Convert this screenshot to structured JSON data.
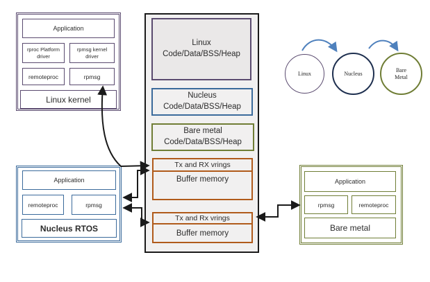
{
  "colors": {
    "purple_border": "#5a4a6f",
    "blue_border": "#3a6a9b",
    "navy_border": "#1e2f4f",
    "olive_border": "#6f7d35",
    "orange_border": "#b05a1a",
    "black_border": "#1a1a1a",
    "flow_arrow_blue": "#4f81bd",
    "memory_column_bg": "#f1f0f0"
  },
  "linux_stack": {
    "application": "Application",
    "rproc_platform_driver": "rproc Platform driver",
    "rpmsg_kernel_driver": "rpmsg kernel driver",
    "remoteproc": "remoteproc",
    "rpmsg": "rpmsg",
    "os": "Linux kernel"
  },
  "memory_map": {
    "linux": {
      "line1": "Linux",
      "line2": "Code/Data/BSS/Heap"
    },
    "nucleus": {
      "line1": "Nucleus",
      "line2": "Code/Data/BSS/Heap"
    },
    "bare_metal": {
      "line1": "Bare  metal",
      "line2": "Code/Data/BSS/Heap"
    },
    "vrings1": "Tx and RX vrings",
    "buffer1": "Buffer  memory",
    "vrings2": "Tx and Rx vrings",
    "buffer2": "Buffer  memory"
  },
  "boot_sequence": {
    "circles": [
      {
        "label": "Linux"
      },
      {
        "label": "Nucleus"
      },
      {
        "label": "Bare Metal"
      }
    ]
  },
  "nucleus_stack": {
    "application": "Application",
    "remoteproc": "remoteproc",
    "rpmsg": "rpmsg",
    "os": "Nucleus RTOS"
  },
  "bare_metal_stack": {
    "application": "Application",
    "rpmsg": "rpmsg",
    "remoteproc": "remoteproc",
    "os": "Bare metal"
  }
}
